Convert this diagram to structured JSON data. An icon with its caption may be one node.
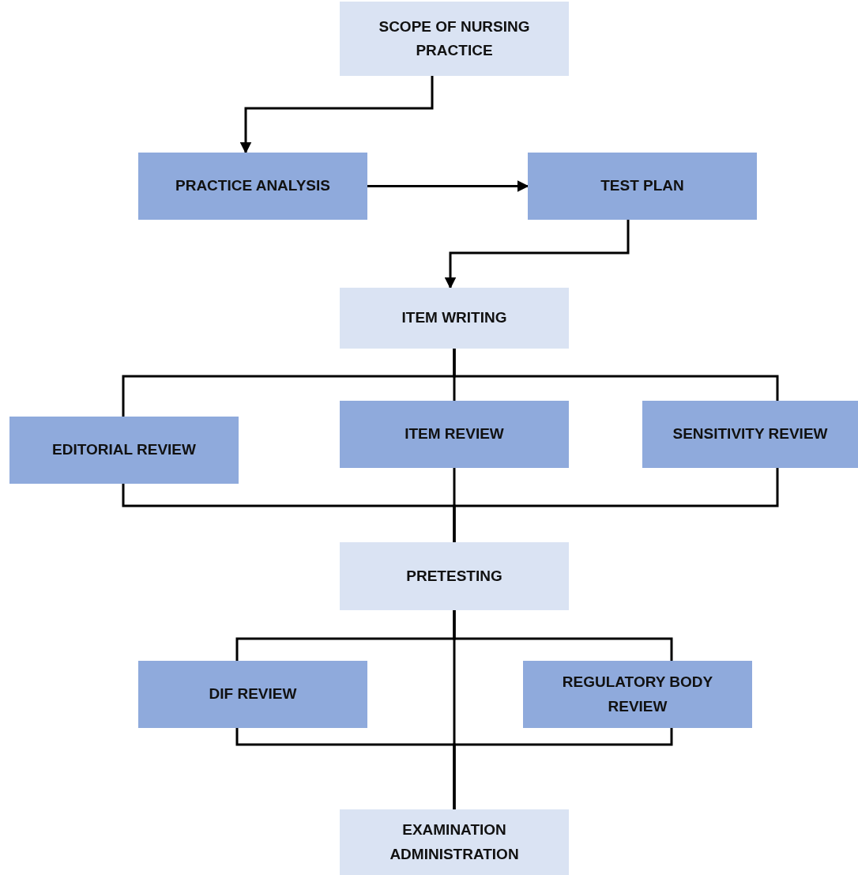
{
  "diagram": {
    "nodes": [
      {
        "text": [
          "SCOPE OF NURSING PRACTICE"
        ]
      },
      {
        "text": [
          "PRACTICE ANALYSIS"
        ]
      },
      {
        "text": [
          "TEST PLAN"
        ]
      },
      {
        "text": [
          "ITEM WRITING"
        ]
      },
      {
        "text": [
          "EDITORIAL REVIEW"
        ]
      },
      {
        "text": [
          "ITEM REVIEW"
        ]
      },
      {
        "text": [
          "SENSITIVITY REVIEW"
        ]
      },
      {
        "text": [
          "PRETESTING"
        ]
      },
      {
        "text": [
          "DIF REVIEW"
        ]
      },
      {
        "text": [
          "REGULATORY BODY REVIEW"
        ]
      },
      {
        "text": [
          "EXAMINATION ADMINISTRATION"
        ]
      }
    ],
    "edges": [
      {
        "from": 0,
        "to": 1,
        "arrow": "to"
      },
      {
        "from": 1,
        "to": 2,
        "arrow": "to"
      },
      {
        "from": 2,
        "to": 3,
        "arrow": "to"
      },
      {
        "from": 3,
        "to": 4,
        "arrow": "none"
      },
      {
        "from": 3,
        "to": 5,
        "arrow": "none"
      },
      {
        "from": 3,
        "to": 6,
        "arrow": "none"
      },
      {
        "from": 4,
        "to": 7,
        "arrow": "none"
      },
      {
        "from": 5,
        "to": 7,
        "arrow": "none"
      },
      {
        "from": 6,
        "to": 7,
        "arrow": "none"
      },
      {
        "from": 7,
        "to": 8,
        "arrow": "none"
      },
      {
        "from": 7,
        "to": 9,
        "arrow": "none"
      },
      {
        "from": 7,
        "to": 10,
        "arrow": "none"
      },
      {
        "from": 8,
        "to": 10,
        "arrow": "none"
      },
      {
        "from": 9,
        "to": 10,
        "arrow": "none"
      }
    ]
  }
}
